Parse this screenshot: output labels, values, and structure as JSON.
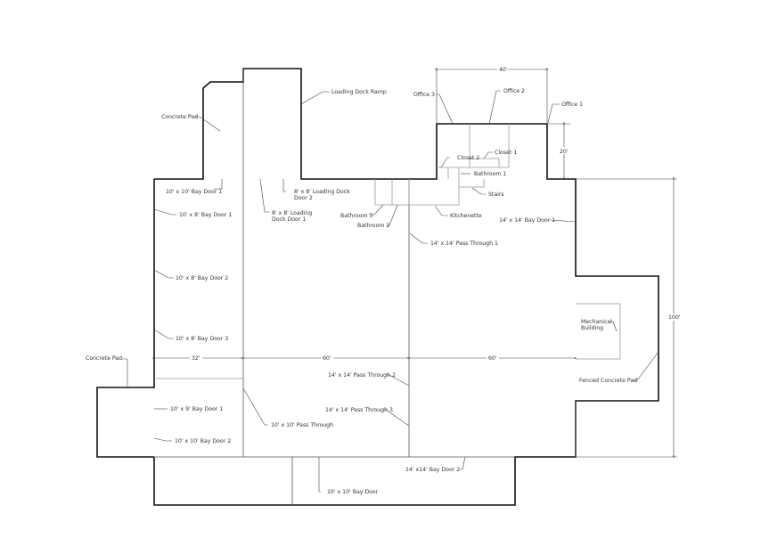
{
  "labels": {
    "concrete_pad_top": "Concrete Pad",
    "loading_dock_ramp": "Loading Dock Ramp",
    "office3": "Office 3",
    "office2": "Office 2",
    "office1": "Office 1",
    "closet2": "Closet 2",
    "closet1": "Closet 1",
    "bathroom1": "Bathroom 1",
    "stairs": "Stairs",
    "bay10x10_1": "10' x 10' Bay Door 1",
    "bay10x8_1": "10' x 8' Bay Door 1",
    "ld8x8_1a": "8' x 8' Loading",
    "ld8x8_1b": "Dock Door 1",
    "ld8x8_2a": "8' x 8' Loading Dock",
    "ld8x8_2b": "Door 2",
    "bathroom3": "Bathroom 3",
    "bathroom2": "Bathroom 2",
    "kitchenette": "Kitchenette",
    "pass14_1": "14' x 14' Pass Through 1",
    "bay14_1": "14' x 14' Bay Door 1",
    "bay10x8_2": "10' x 8' Bay Door 2",
    "bay10x8_3": "10' x 8' Bay Door 3",
    "mech_a": "Mechanical",
    "mech_b": "Building",
    "concrete_pad_left": "Concrete Pad",
    "pass14_2": "14' x 14' Pass Through 2",
    "pass14_3": "14' x 14' Pass Through 3",
    "fenced_pad": "Fenced Concrete Pad",
    "bay10x9_1": "10' x 9' Bay Door 1",
    "pass10": "10' x 10' Pass Through",
    "bay10x10_2": "10' x 10' Bay Door 2",
    "bay14_2": "14' x14' Bay Door 2",
    "bay10x10": "10' x 10' Bay Door"
  },
  "dimensions": {
    "d40": "40'",
    "d20": "20'",
    "d32": "32'",
    "d60a": "60'",
    "d60b": "60'",
    "d100": "100'"
  }
}
